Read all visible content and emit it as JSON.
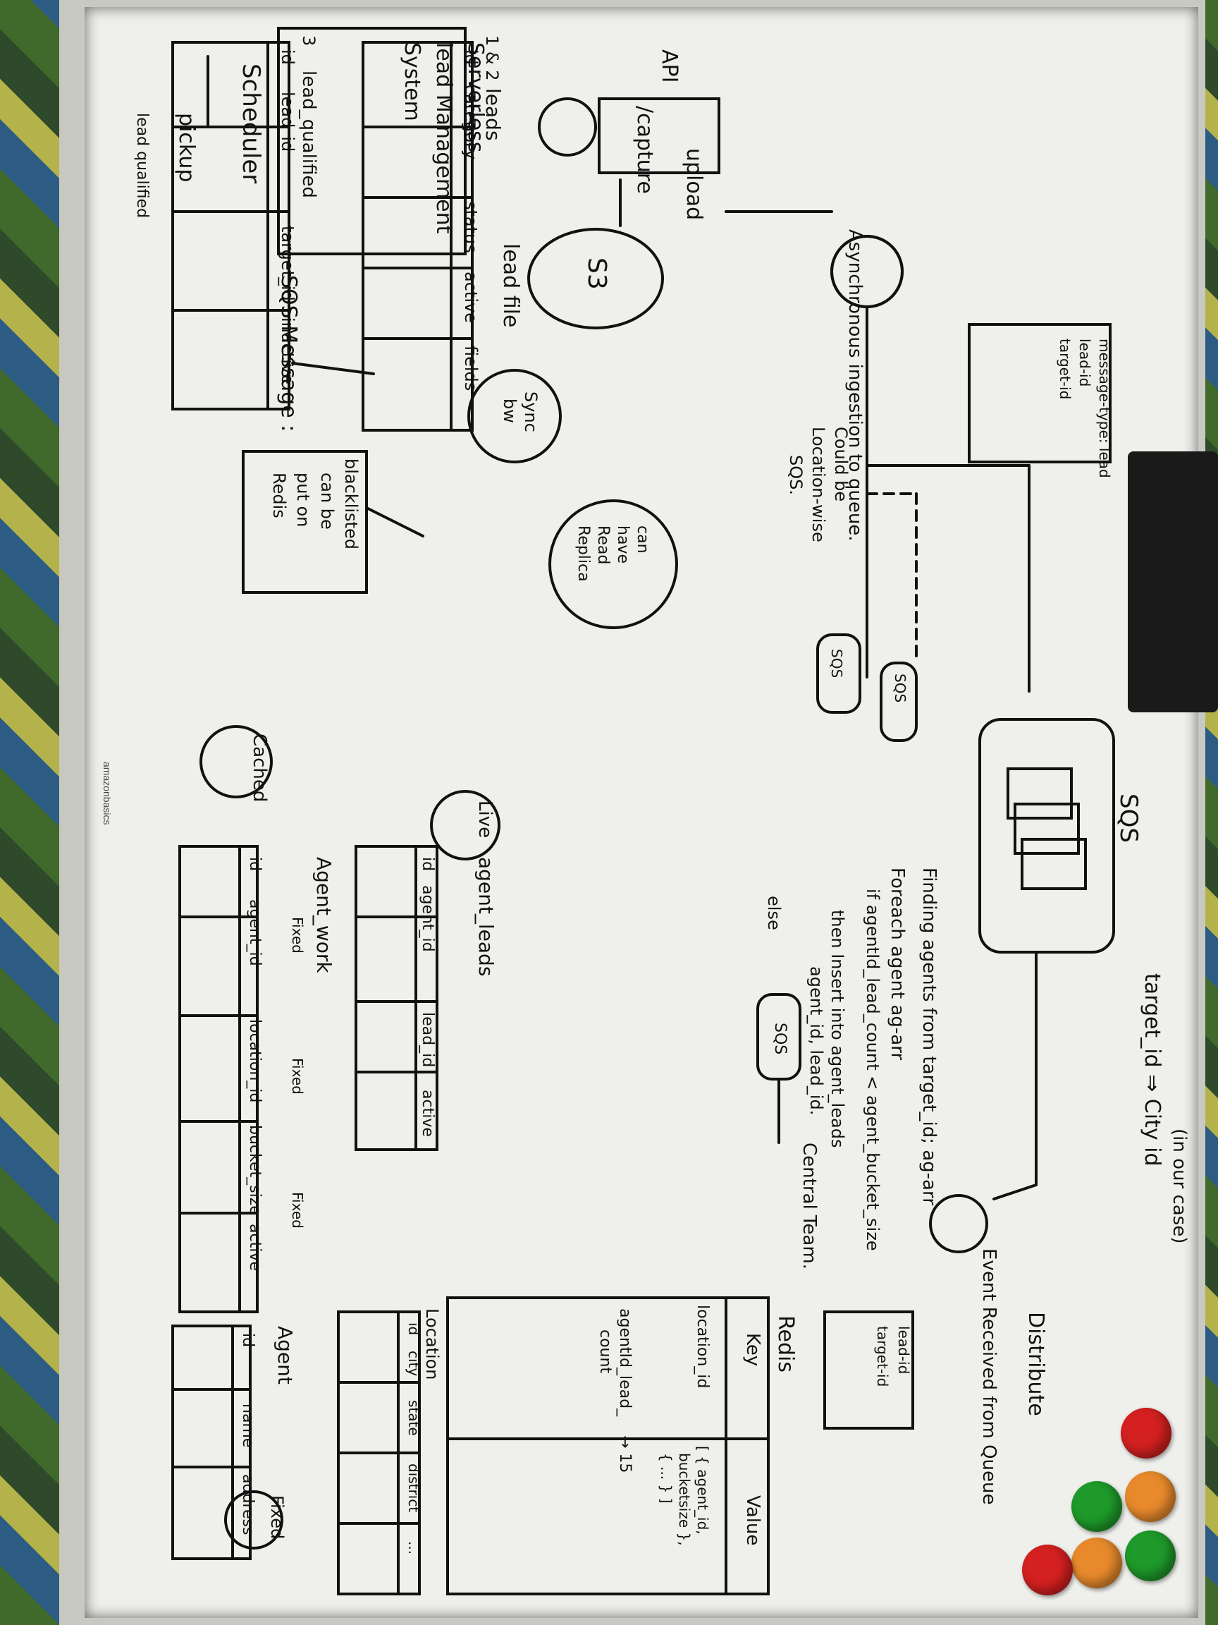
{
  "brand": "amazonbasics",
  "title": {
    "line1": "Serverless",
    "line2": "lead Management",
    "line3": "System"
  },
  "scheduler": {
    "title": "Scheduler",
    "pickup": "pickup",
    "lead_qualified": "lead qualified",
    "async_note": "Asynchronous ingestion to queue."
  },
  "sqs_message": {
    "label": "SQS Message :",
    "box_lines": [
      "message-type: lead",
      "lead-id",
      "target-id"
    ]
  },
  "api": {
    "label": "API",
    "sub": "/capture",
    "upload": "upload",
    "s3": "S3",
    "lead_file": "lead file"
  },
  "leads_table": {
    "title": "leads",
    "markers": "1 & 2",
    "headers": [
      "id",
      "category",
      "status",
      "active",
      "fields"
    ]
  },
  "lead_qualified_table": {
    "marker": "3",
    "title": "lead_qualified",
    "headers": [
      "id",
      "lead_id",
      "target_id",
      "inactive"
    ]
  },
  "blacklist_note": [
    "blacklisted",
    "can be",
    "put on",
    "Redis"
  ],
  "sync_circle": [
    "Sync",
    "bw"
  ],
  "read_replica": [
    "can",
    "have",
    "Read",
    "Replica"
  ],
  "location_note": [
    "Could be",
    "Location-wise",
    "SQS."
  ],
  "sqs_small": [
    "SQS",
    "SQS"
  ],
  "sqs_big": "SQS",
  "target_note": {
    "line1": "target_id ⇒ City id",
    "line2": "(in our case)"
  },
  "distribute": {
    "title": "Distribute",
    "event": "Event Received from Queue",
    "box": [
      "lead-id",
      "target-id"
    ]
  },
  "steps": {
    "step1": "Finding agents from target_id; ag-arr",
    "step2a": "Foreach agent ag-arr",
    "step2b": "if agentId_lead_count < agent_bucket_size",
    "step2c": "then Insert into agent_leads",
    "step2d": "agent_id, lead_id.",
    "else": "else",
    "else_sqs": "SQS",
    "central": "Central Team."
  },
  "live_table": {
    "tag": "Live",
    "title": "agent_leads",
    "headers": [
      "id",
      "agent_id",
      "lead_id",
      "active"
    ]
  },
  "cached_tag": "Cached",
  "work_table": {
    "title": "Agent_work",
    "headers": [
      "id",
      "agent_id",
      "location_id",
      "bucket_size",
      "active"
    ],
    "fixed": [
      "Fixed",
      "Fixed",
      "Fixed"
    ]
  },
  "location_table": {
    "title": "Location",
    "headers": [
      "id",
      "city",
      "state",
      "district",
      "..."
    ]
  },
  "agent_table": {
    "title": "Agent",
    "tag": "Fixed",
    "headers": [
      "id",
      "name",
      "address"
    ]
  },
  "redis": {
    "title": "Redis",
    "key": "Key",
    "value": "Value",
    "rows": [
      {
        "k": "location_id",
        "v1": "[ { agent_id,",
        "v2": "bucketsize },",
        "v3": "{ ... } ]"
      },
      {
        "k": "agentId_lead_",
        "k2": "count",
        "v1": "→ 15"
      }
    ]
  },
  "colors": {
    "ink": "#111111",
    "board": "#efefec",
    "magnets": [
      "#d42020",
      "#e88a2c",
      "#1e9a2a"
    ]
  }
}
